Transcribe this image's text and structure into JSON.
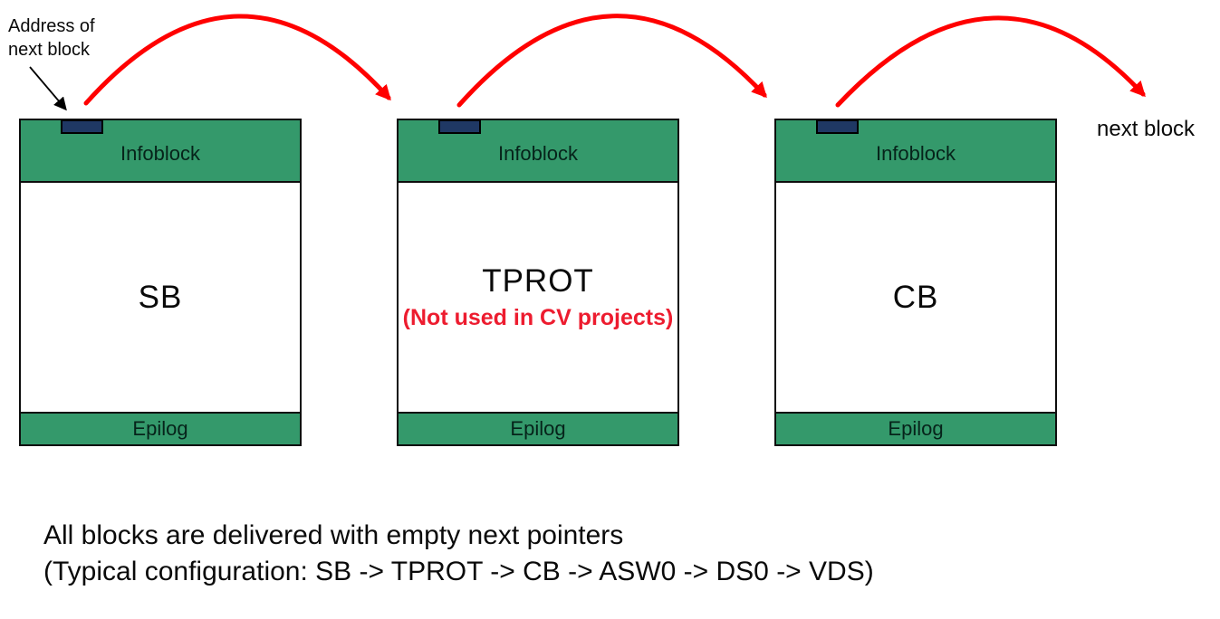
{
  "colors": {
    "green": "#34996B",
    "navy": "#1F3864",
    "red": "#FF0000",
    "note-red": "#ED1C2F"
  },
  "annotation": {
    "line1": "Address of",
    "line2": "next block"
  },
  "blocks": [
    {
      "header": "Infoblock",
      "name": "SB",
      "footer": "Epilog"
    },
    {
      "header": "Infoblock",
      "name": "TPROT",
      "note": "(Not used in CV projects)",
      "footer": "Epilog"
    },
    {
      "header": "Infoblock",
      "name": "CB",
      "footer": "Epilog"
    }
  ],
  "next_block_label": "next block",
  "caption": {
    "line1": "All blocks are delivered with empty next pointers",
    "line2": "(Typical configuration: SB -> TPROT -> CB -> ASW0 -> DS0 -> VDS)"
  }
}
